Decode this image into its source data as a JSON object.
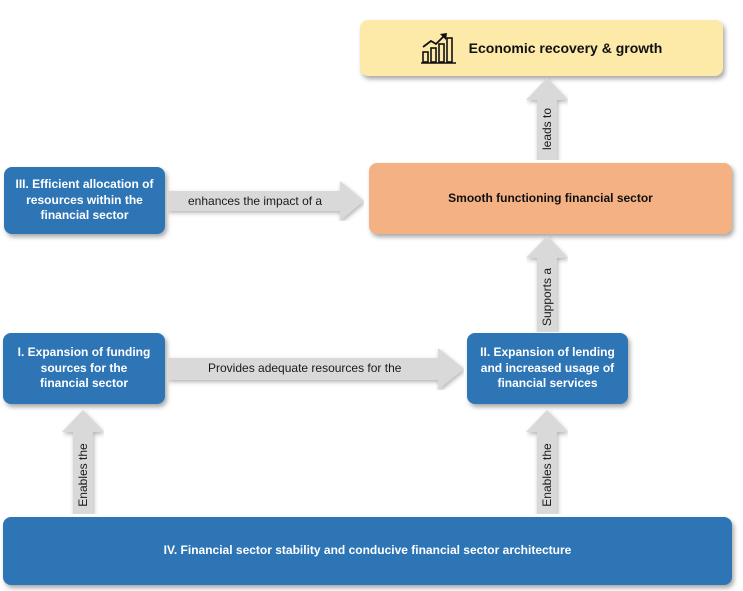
{
  "boxes": {
    "economic": "Economic recovery & growth",
    "smooth": "Smooth functioning financial sector",
    "efficient": "III. Efficient allocation of resources within the financial sector",
    "expansion_funding": "I. Expansion of funding sources for the financial sector",
    "expansion_lending": "II. Expansion of lending and increased usage of financial services",
    "stability": "IV. Financial sector stability and conducive financial sector architecture"
  },
  "arrows": {
    "leads_to": "leads to",
    "enhances": "enhances the impact of a",
    "supports": "Supports a",
    "provides": "Provides adequate resources for the",
    "enables_left": "Enables the",
    "enables_right": "Enables the"
  },
  "colors": {
    "blue": "#2e75b6",
    "yellow": "#fde9a8",
    "orange": "#f4b183",
    "arrow": "#d9d9d9"
  },
  "icons": {
    "economic": "bar-chart-growth-icon"
  }
}
